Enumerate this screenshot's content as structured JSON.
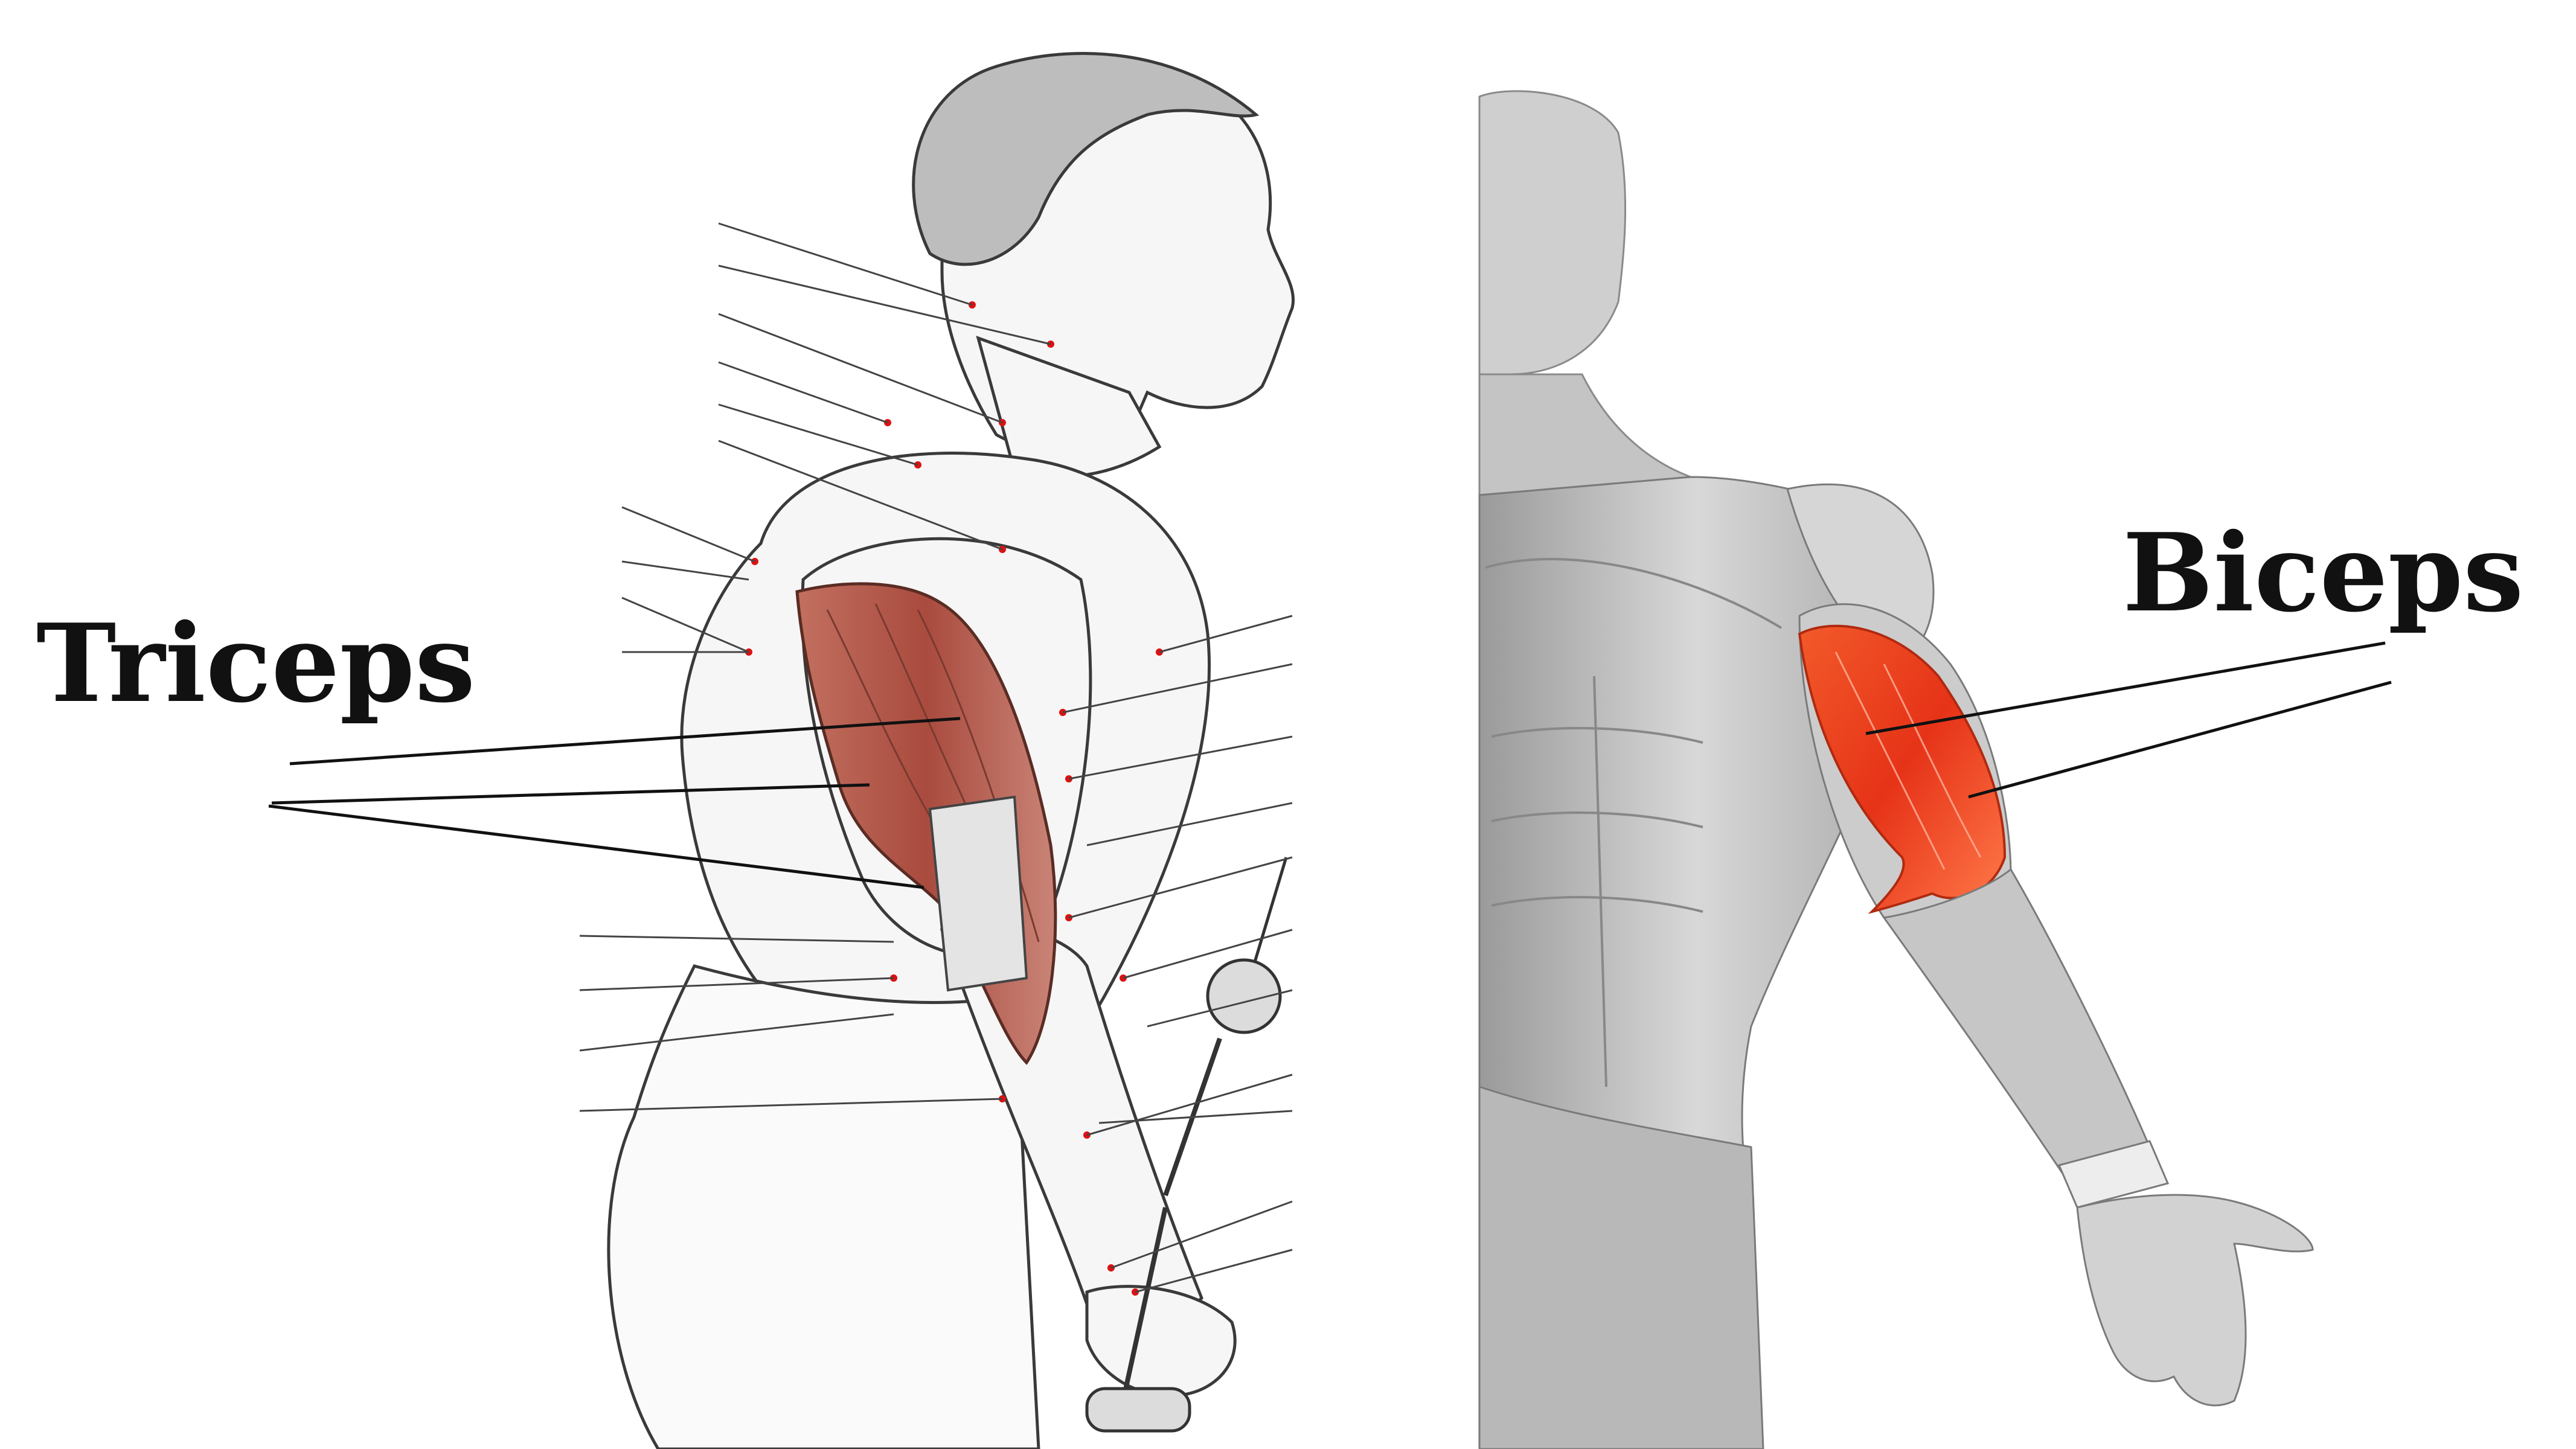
{
  "labels": {
    "triceps": "Triceps",
    "biceps": "Biceps"
  },
  "colors": {
    "background": "#ffffff",
    "sketch_line": "#333333",
    "muscle_highlight_left": "#b85a4f",
    "muscle_highlight_right": "#ee3b1a",
    "body_gray": "#c8c8c8",
    "leader_line": "#111111",
    "marker_dot": "#dd1111"
  },
  "panels": {
    "left": "anatomy-sketch-triceps-pushdown",
    "right": "anatomy-render-biceps-highlighted"
  }
}
